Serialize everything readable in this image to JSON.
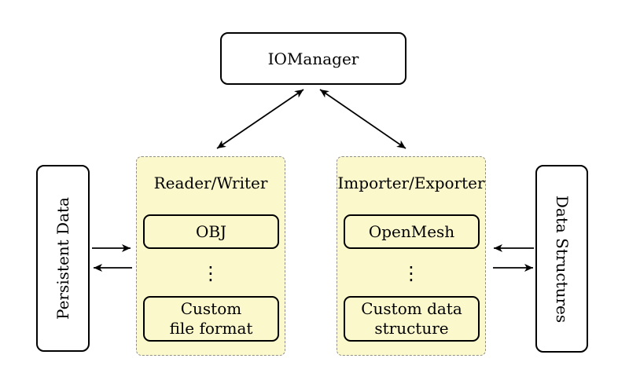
{
  "colors": {
    "background": "#ffffff",
    "node_fill": "#ffffff",
    "node_border": "#000000",
    "group_fill": "#fbf8cc",
    "group_border": "#8f8f8f",
    "arrow": "#000000"
  },
  "nodes": {
    "iomanager": {
      "label": "IOManager"
    },
    "persistent_data": {
      "label": "Persistent Data"
    },
    "data_structures": {
      "label": "Data Structures"
    }
  },
  "groups": {
    "reader_writer": {
      "title": "Reader/Writer",
      "top_item": "OBJ",
      "ellipsis": "⋮",
      "bottom_item": "Custom\nfile format"
    },
    "importer_exporter": {
      "title": "Importer/Exporter",
      "top_item": "OpenMesh",
      "ellipsis": "⋮",
      "bottom_item": "Custom data\nstructure"
    }
  },
  "edges": [
    {
      "from": "iomanager",
      "to": "reader_writer",
      "bidirectional": true
    },
    {
      "from": "iomanager",
      "to": "importer_exporter",
      "bidirectional": true
    },
    {
      "from": "persistent_data",
      "to": "reader_writer",
      "bidirectional": false
    },
    {
      "from": "reader_writer",
      "to": "persistent_data",
      "bidirectional": false
    },
    {
      "from": "data_structures",
      "to": "importer_exporter",
      "bidirectional": false
    },
    {
      "from": "importer_exporter",
      "to": "data_structures",
      "bidirectional": false
    }
  ]
}
